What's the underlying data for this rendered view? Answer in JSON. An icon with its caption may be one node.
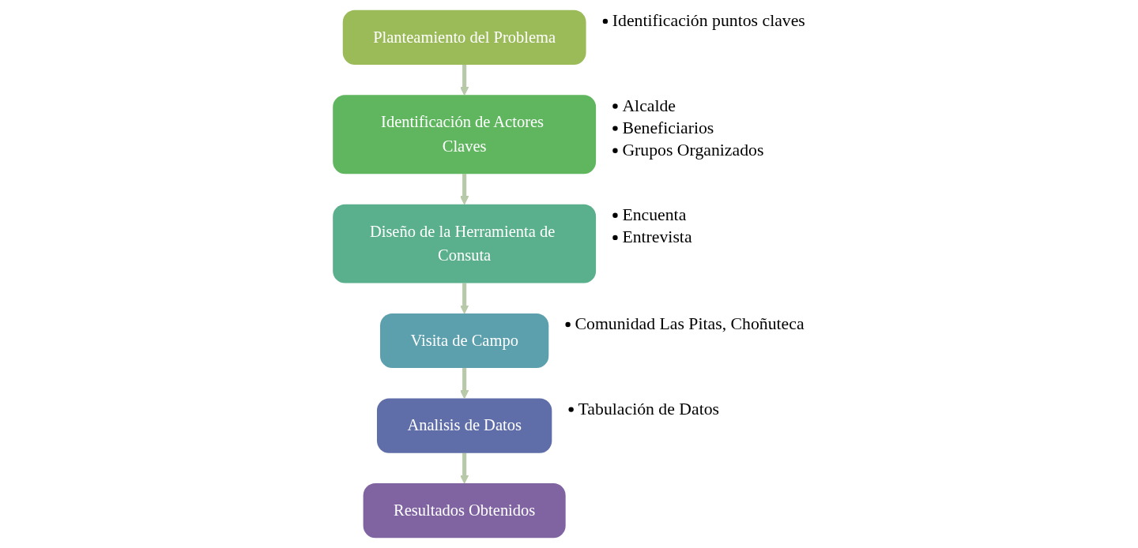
{
  "diagram": {
    "nodes": [
      {
        "text": [
          "Planteamiento del Problema"
        ],
        "beside": [
          "Identificación puntos claves"
        ]
      },
      {
        "text": [
          "Identificación de Actores Claves"
        ],
        "beside": [
          "Alcalde",
          "Beneficiarios",
          "Grupos Organizados"
        ]
      },
      {
        "text": [
          "Diseño de la Herramienta de Consuta"
        ],
        "beside": [
          "Encuenta",
          "Entrevista"
        ]
      },
      {
        "text": [
          "Visita de Campo"
        ],
        "beside": [
          "Comunidad Las Pitas, Choñuteca"
        ]
      },
      {
        "text": [
          "Analisis de Datos"
        ],
        "beside": [
          "Tabulación de Datos"
        ]
      },
      {
        "text": [
          "Resultados Obtenidos"
        ]
      }
    ],
    "edges": [
      {
        "from": 0,
        "to": 1,
        "arrow": "to"
      },
      {
        "from": 1,
        "to": 2,
        "arrow": "to"
      },
      {
        "from": 2,
        "to": 3,
        "arrow": "to"
      },
      {
        "from": 3,
        "to": 4,
        "arrow": "to"
      },
      {
        "from": 4,
        "to": 5,
        "arrow": "to"
      }
    ]
  }
}
